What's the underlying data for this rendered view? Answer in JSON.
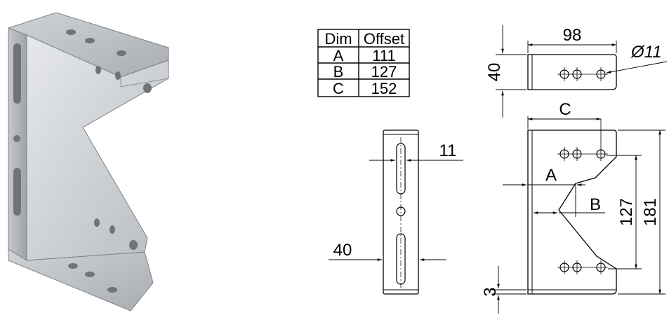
{
  "table": {
    "headers": [
      "Dim",
      "Offset"
    ],
    "rows": [
      {
        "dim": "A",
        "offset": "111"
      },
      {
        "dim": "B",
        "offset": "127"
      },
      {
        "dim": "C",
        "offset": "152"
      }
    ]
  },
  "dimensions": {
    "top_width": "98",
    "top_height": "40",
    "hole_diameter": "Ø11",
    "side_slot_width": "11",
    "side_width": "40",
    "front_c": "C",
    "front_a": "A",
    "front_b": "B",
    "front_127": "127",
    "front_181": "181",
    "front_3": "3"
  },
  "colors": {
    "metal_light": "#d9dcdf",
    "metal_mid": "#b4b8bc",
    "metal_dark": "#8a8f94",
    "line": "#000000"
  }
}
